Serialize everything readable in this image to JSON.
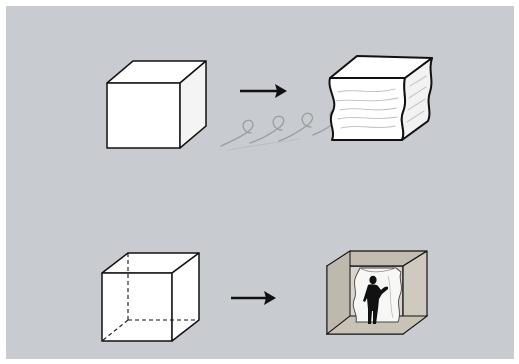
{
  "diagram": {
    "background_color": "#c8cbcf",
    "stroke_color": "#111111",
    "face_colors": {
      "top": "#ffffff",
      "front": "#ffffff",
      "side": "#f4f4f4",
      "interior_back": "#d9d4cc",
      "interior_side": "#cfc9bf"
    },
    "rows": [
      {
        "name": "solid-cube-to-textured-cube",
        "left_figure": "solid-cube",
        "connector": "arrow-right-icon",
        "right_figure": "textured-rough-cube",
        "annotation": "wind-swirl-marks"
      },
      {
        "name": "wireframe-cube-to-hollowed-cube",
        "left_figure": "wireframe-cube",
        "connector": "arrow-right-icon",
        "right_figure": "hollowed-cube-with-figure"
      }
    ]
  }
}
